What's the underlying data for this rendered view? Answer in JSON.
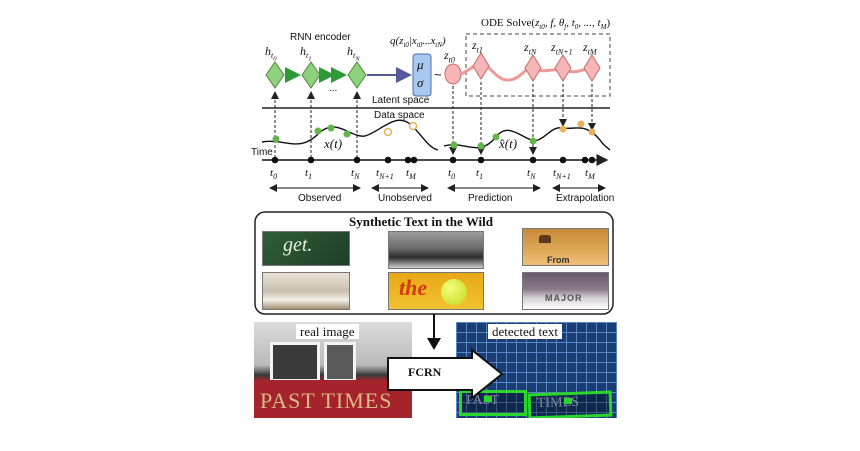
{
  "top_diagram": {
    "rnn_encoder_label": "RNN encoder",
    "hidden_labels": [
      "h_t0",
      "h_t1",
      "h_tN"
    ],
    "ellipsis": "...",
    "posterior_label": "q(z_t0 | x_t0 ... x_tN)",
    "mu": "μ",
    "sigma": "σ",
    "tilde": "~",
    "z0_label": "z_t0",
    "ode_solve_label": "ODE Solve(z_t0, f, θ_f, t0, ..., t_M)",
    "latent_z_labels": [
      "z_t1",
      "z_tN",
      "z_tN+1",
      "z_tM"
    ],
    "latent_space_label": "Latent space",
    "data_space_label": "Data space",
    "time_label": "Time",
    "x_label": "x(t)",
    "xhat_label": "x̂(t)",
    "left_ticks": [
      "t0",
      "t1",
      "tN",
      "tN+1",
      "tM"
    ],
    "right_ticks": [
      "t0",
      "t1",
      "tN",
      "tN+1",
      "tM"
    ],
    "observed_label": "Observed",
    "unobserved_label": "Unobserved",
    "prediction_label": "Prediction",
    "extrapolation_label": "Extrapolation",
    "colors": {
      "diamond_green": "#8fd17f",
      "diamond_pink": "#f7b6b6",
      "point_green": "#63b64a",
      "point_orange": "#e8b15b",
      "encoder_box": "#a9c8ef",
      "trajectory": "#ef9a9a"
    }
  },
  "synthetic_panel": {
    "title": "Synthetic Text in the Wild",
    "thumbnail_texts": [
      "get.",
      "the",
      "From",
      "MAJOR"
    ]
  },
  "bottom_panel": {
    "real_image_label": "real image",
    "detected_text_label": "detected text",
    "sign_text": "PAST TIMES",
    "model_label": "FCRN",
    "detected_words": [
      "PAST",
      "TIMES"
    ],
    "colors": {
      "sign_red": "#a5242b",
      "sign_gold": "#d9b88a",
      "grid_blue": "#1c4a8f",
      "box_green": "#2bd62b"
    }
  }
}
